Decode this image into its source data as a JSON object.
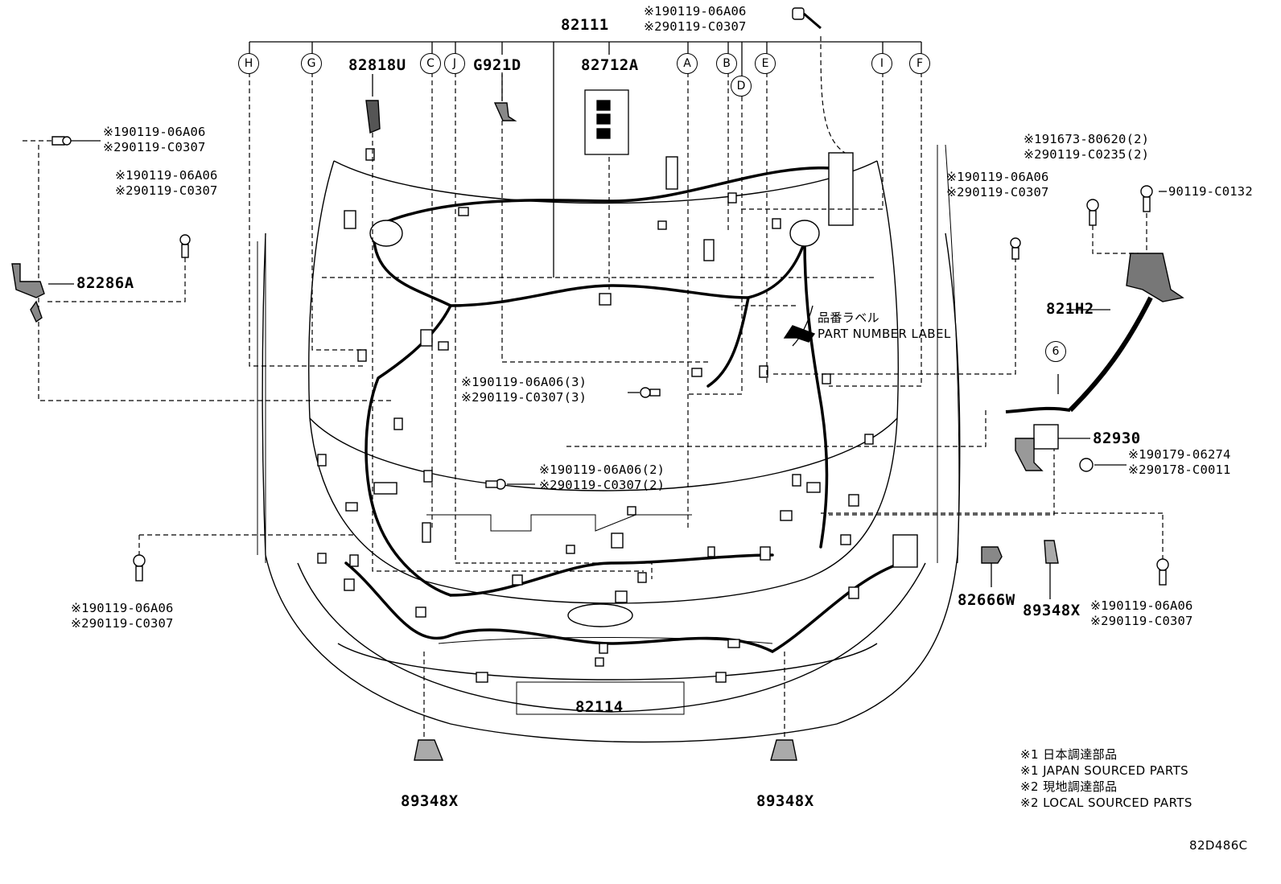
{
  "parts": {
    "harness_main": "82111",
    "harness_front": "82114",
    "p82818U": "82818U",
    "pG921D": "G921D",
    "p82712A": "82712A",
    "p82286A": "82286A",
    "p821H2": "821H2",
    "p82930": "82930",
    "p82666W": "82666W",
    "clamp_right": "89348X",
    "clamp_left_bottom": "89348X",
    "clamp_right_bottom": "89348X"
  },
  "callouts": [
    "H",
    "G",
    "C",
    "J",
    "A",
    "B",
    "D",
    "E",
    "I",
    "F"
  ],
  "circle_6": "6",
  "bolts": {
    "top_center": [
      "※190119-06A06",
      "※290119-C0307"
    ],
    "top_left": [
      "※190119-06A06",
      "※290119-C0307"
    ],
    "left_mid": [
      "※190119-06A06",
      "※290119-C0307"
    ],
    "right_upper_a": [
      "※191673-80620(2)",
      "※290119-C0235(2)"
    ],
    "right_upper_b": "90119-C0132",
    "right_mid": [
      "※190119-06A06",
      "※290119-C0307"
    ],
    "center_3": [
      "※190119-06A06(3)",
      "※290119-C0307(3)"
    ],
    "center_2": [
      "※190119-06A06(2)",
      "※290119-C0307(2)"
    ],
    "left_low": [
      "※190119-06A06",
      "※290119-C0307"
    ],
    "right_low": [
      "※190119-06A06",
      "※290119-C0307"
    ],
    "right_82930": [
      "※190179-06274",
      "※290178-C0011"
    ]
  },
  "label_note": {
    "jp": "品番ラベル",
    "en": "PART NUMBER LABEL"
  },
  "legend": [
    "※1 日本調達部品",
    "※1 JAPAN SOURCED PARTS",
    "※2 現地調達部品",
    "※2 LOCAL SOURCED PARTS"
  ],
  "diagram_code": "82D486C"
}
